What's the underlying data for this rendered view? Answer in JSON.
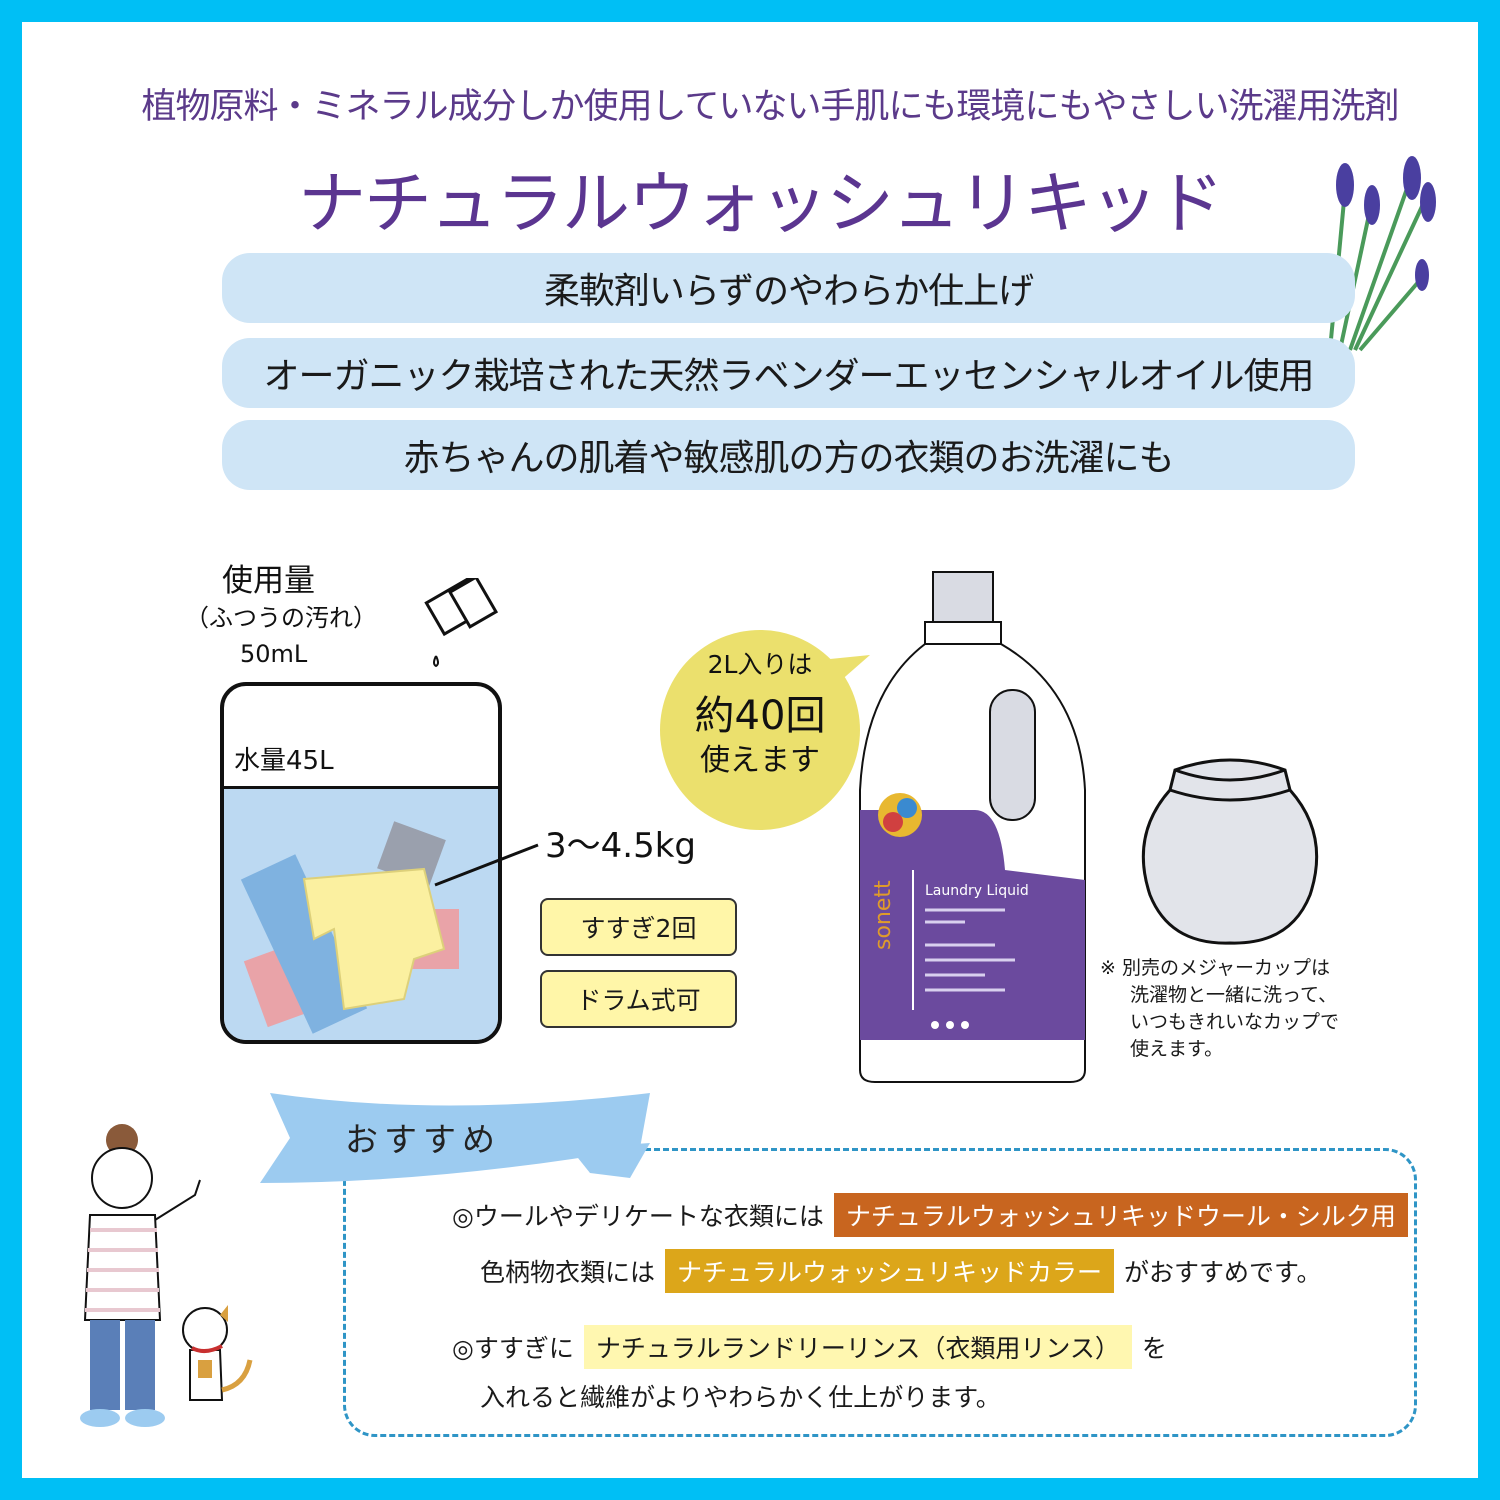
{
  "header": {
    "subtitle": "植物原料・ミネラル成分しか使用していない手肌にも環境にもやさしい洗濯用洗剤",
    "title": "ナチュラルウォッシュリキッド"
  },
  "features": [
    {
      "label": "柔軟剤いらずのやわらか仕上げ"
    },
    {
      "label": "オーガニック栽培された天然ラベンダーエッセンシャルオイル使用"
    },
    {
      "label": "赤ちゃんの肌着や敏感肌の方の衣類のお洗濯にも"
    }
  ],
  "usage": {
    "heading": "使用量",
    "condition": "（ふつうの汚れ）",
    "amount": "50mL",
    "water": "水量45L",
    "load": "3～4.5kg",
    "tags": [
      {
        "label": "すすぎ2回"
      },
      {
        "label": "ドラム式可"
      }
    ]
  },
  "bubble": {
    "line1": "2L入りは",
    "line2": "約40回",
    "line3": "使えます"
  },
  "bottle": {
    "brand": "sonett",
    "label": "Laundry Liquid"
  },
  "note": {
    "lines": [
      "※ 別売のメジャーカップは",
      "洗濯物と一緒に洗って、",
      "いつもきれいなカップで",
      "使えます。"
    ]
  },
  "recommend": {
    "ribbon": "おすすめ",
    "line1_prefix": "◎ウールやデリケートな衣類には",
    "line1_product": "ナチュラルウォッシュリキッドウール・シルク用",
    "line2_prefix": "色柄物衣類には",
    "line2_product": "ナチュラルウォッシュリキッドカラー",
    "line2_suffix": "がおすすめです。",
    "line3_prefix": "◎すすぎに",
    "line3_product": "ナチュラルランドリーリンス（衣類用リンス）",
    "line3_suffix": "を",
    "line4": "入れると繊維がよりやわらかく仕上がります。"
  },
  "colors": {
    "border": "#00bff5",
    "title": "#5b3590",
    "pill": "#cfe5f6",
    "bubble": "#ebe06d",
    "tag": "#fff6a8",
    "highlight_orange": "#c8651f",
    "highlight_gold": "#dca61a",
    "highlight_pale": "#fff7b0",
    "dashed": "#2f95c6"
  }
}
